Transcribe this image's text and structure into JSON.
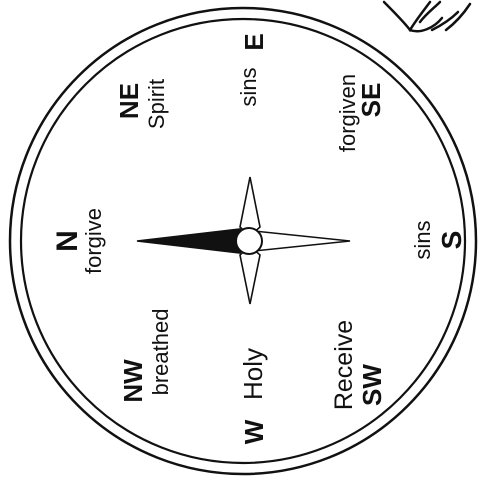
{
  "compass": {
    "directions": {
      "n": "N",
      "ne": "NE",
      "e": "E",
      "se": "SE",
      "s": "S",
      "sw": "SW",
      "w": "W",
      "nw": "NW"
    },
    "words": {
      "n": "forgive",
      "ne": "Spirit",
      "e": "sins",
      "se": "forgiven",
      "s": "sins",
      "sw": "Receive",
      "w": "Holy",
      "nw": "breathed"
    }
  },
  "colors": {
    "ink": "#111111",
    "paper": "#ffffff"
  }
}
